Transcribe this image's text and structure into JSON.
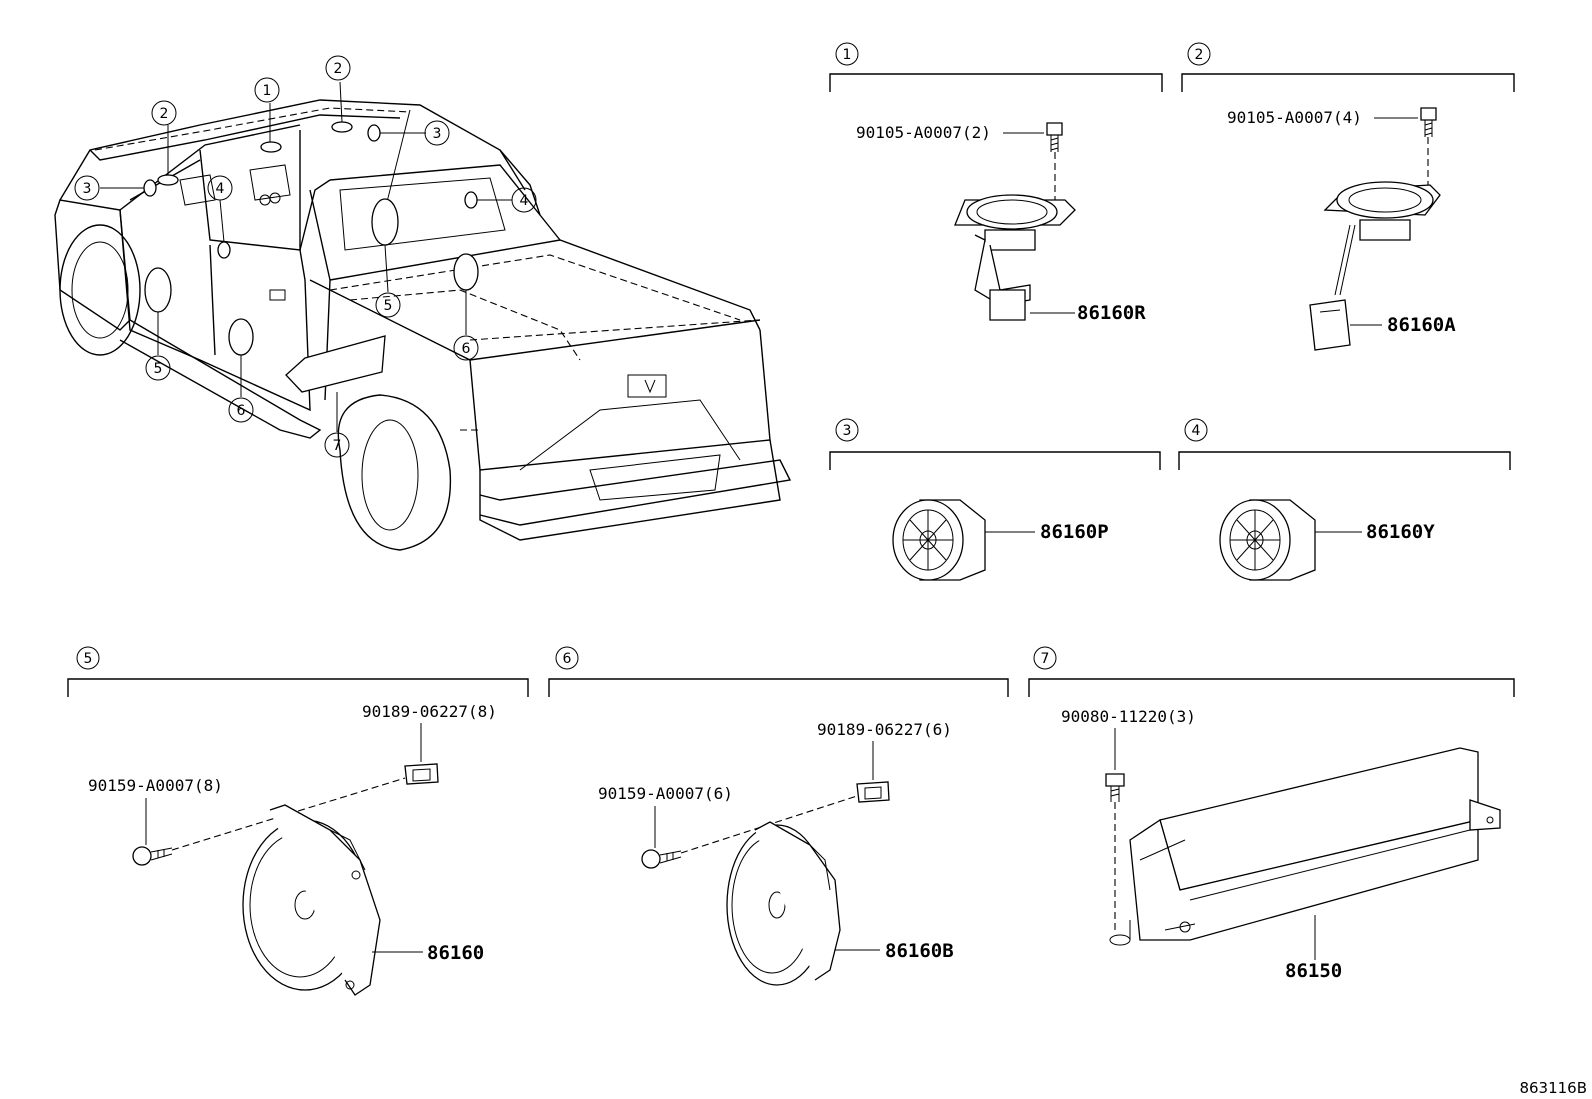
{
  "diagram_code": "863116B",
  "callout_numbers": [
    "1",
    "2",
    "3",
    "4",
    "5",
    "6",
    "7"
  ],
  "groups": [
    {
      "id": "1",
      "parts": [
        {
          "number": "90105-A0007",
          "qty": "(2)"
        },
        {
          "number": "86160R",
          "qty": ""
        }
      ]
    },
    {
      "id": "2",
      "parts": [
        {
          "number": "90105-A0007",
          "qty": "(4)"
        },
        {
          "number": "86160A",
          "qty": ""
        }
      ]
    },
    {
      "id": "3",
      "parts": [
        {
          "number": "86160P",
          "qty": ""
        }
      ]
    },
    {
      "id": "4",
      "parts": [
        {
          "number": "86160Y",
          "qty": ""
        }
      ]
    },
    {
      "id": "5",
      "parts": [
        {
          "number": "90189-06227",
          "qty": "(8)"
        },
        {
          "number": "90159-A0007",
          "qty": "(8)"
        },
        {
          "number": "86160",
          "qty": ""
        }
      ]
    },
    {
      "id": "6",
      "parts": [
        {
          "number": "90189-06227",
          "qty": "(6)"
        },
        {
          "number": "90159-A0007",
          "qty": "(6)"
        },
        {
          "number": "86160B",
          "qty": ""
        }
      ]
    },
    {
      "id": "7",
      "parts": [
        {
          "number": "90080-11220",
          "qty": "(3)"
        },
        {
          "number": "86150",
          "qty": ""
        }
      ]
    }
  ],
  "labels": {
    "g1_bolt": "90105-A0007(2)",
    "g1_part": "86160R",
    "g2_bolt": "90105-A0007(4)",
    "g2_part": "86160A",
    "g3_part": "86160P",
    "g4_part": "86160Y",
    "g5_clip": "90189-06227(8)",
    "g5_screw": "90159-A0007(8)",
    "g5_part": "86160",
    "g6_clip": "90189-06227(6)",
    "g6_screw": "90159-A0007(6)",
    "g6_part": "86160B",
    "g7_bolt": "90080-11220(3)",
    "g7_part": "86150"
  }
}
